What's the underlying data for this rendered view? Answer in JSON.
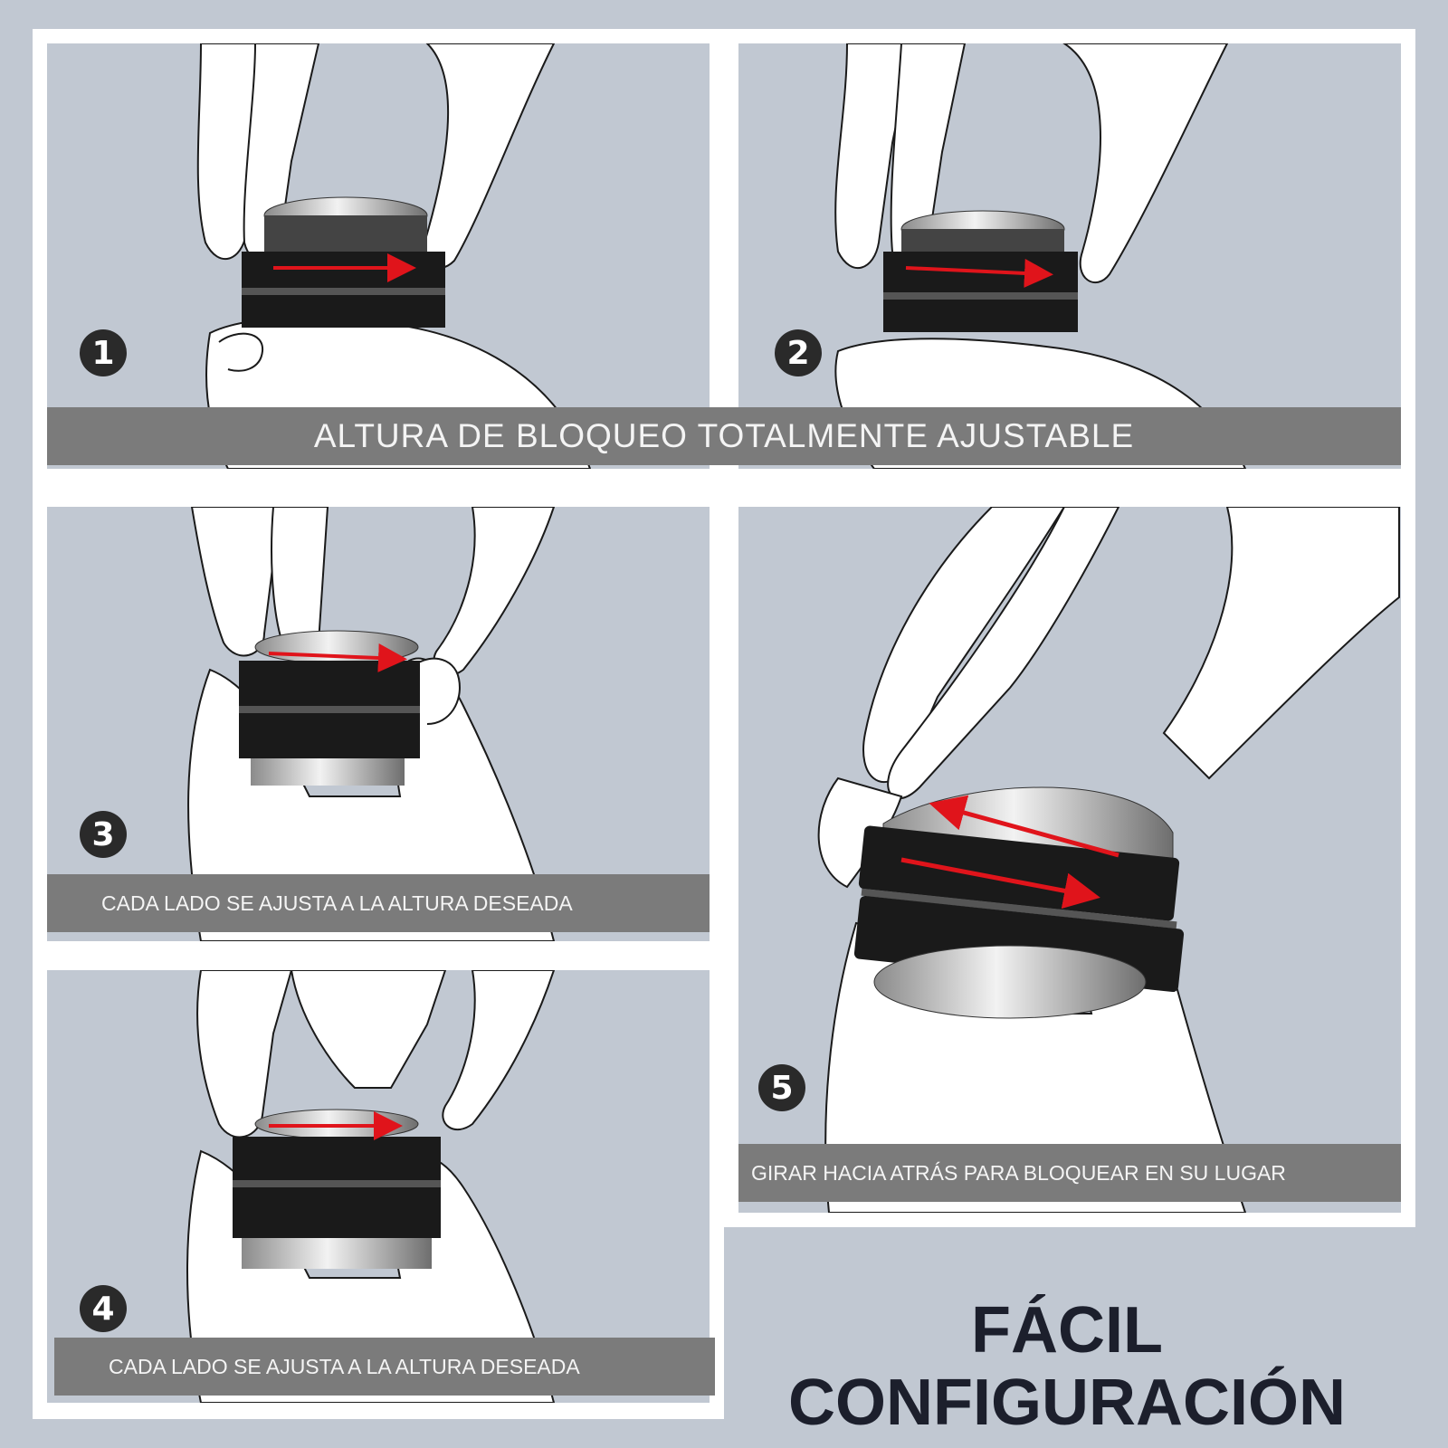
{
  "steps": [
    {
      "number": "1"
    },
    {
      "number": "2"
    },
    {
      "number": "3"
    },
    {
      "number": "4"
    },
    {
      "number": "5"
    }
  ],
  "captions": {
    "top": "ALTURA DE BLOQUEO TOTALMENTE AJUSTABLE",
    "step3": "CADA LADO SE AJUSTA A LA ALTURA DESEADA",
    "step4": "CADA LADO SE AJUSTA A LA ALTURA DESEADA",
    "step5": "GIRAR HACIA ATRÁS PARA BLOQUEAR EN SU LUGAR"
  },
  "heading": {
    "line1": "FÁCIL",
    "line2": "CONFIGURACIÓN"
  },
  "colors": {
    "background": "#c1c8d2",
    "frame": "#ffffff",
    "caption_bar": "#7b7b7b",
    "badge": "#2a2a2a",
    "heading_text": "#1c1f2c",
    "arrow": "#e0141b"
  },
  "icons": [
    "hand-illustration",
    "distributor-tool",
    "rotation-arrow"
  ]
}
